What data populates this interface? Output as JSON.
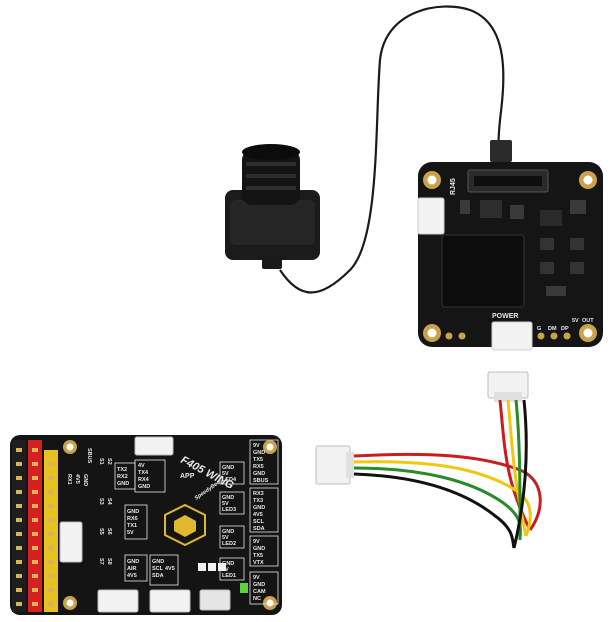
{
  "scene": {
    "camera_module": {
      "cable_color": "#1a1a1a"
    },
    "vtx_board": {
      "labels": {
        "rj45": "RJ45",
        "power": "POWER",
        "pin_labels": [
          "G",
          "DM",
          "DP"
        ],
        "side_labels": [
          "5V",
          "OUT"
        ]
      }
    },
    "flight_controller": {
      "labels": {
        "model": "F405 WING",
        "app": "APP",
        "brand": "SpeedyBee",
        "sbus": "SBUS",
        "top_pads": [
          "S1",
          "S2",
          "S3",
          "S4",
          "S5",
          "S6",
          "S7",
          "S8"
        ],
        "uart_block_1": [
          "4V",
          "TX4",
          "RX4",
          "GND"
        ],
        "uart_block_2": [
          "TX2",
          "RX2",
          "GND"
        ],
        "rx_block": [
          "GND",
          "RX6",
          "TX1",
          "5V"
        ],
        "air_block": [
          "GND",
          "AIR",
          "4V5"
        ],
        "scl_block": [
          "GND",
          "SCL",
          "SDA",
          "4V5"
        ],
        "right_block_1": [
          "9V",
          "GND",
          "TX5",
          "RX5",
          "GND",
          "SBUS"
        ],
        "right_block_2": [
          "RX3",
          "TX3",
          "GND",
          "4V5",
          "SCL",
          "SDA"
        ],
        "right_block_3": [
          "9V",
          "GND",
          "TX5",
          "VTX"
        ],
        "right_block_4": [
          "9V",
          "GND",
          "CAM",
          "NC"
        ],
        "led_blocks": [
          [
            "GND",
            "5V",
            "LED4"
          ],
          [
            "GND",
            "5V",
            "LED3"
          ],
          [
            "GND",
            "5V",
            "LED2"
          ],
          [
            "GND",
            "5V",
            "LED1"
          ]
        ],
        "left_header_labels": [
          "RX1",
          "4V5",
          "GND"
        ]
      },
      "pin_header_colors": [
        "#1a1a1a",
        "#d42020",
        "#e8c020"
      ]
    },
    "cable_harness": {
      "wire_colors": [
        "#c81e1e",
        "#f0c810",
        "#2a8a2a",
        "#111111"
      ]
    }
  }
}
